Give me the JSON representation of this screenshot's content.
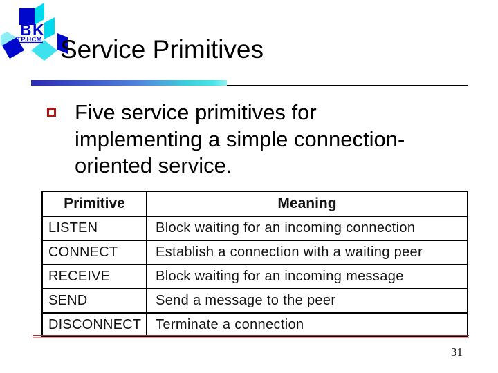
{
  "slide": {
    "logo": {
      "bk_label": "BK",
      "tphcm_label": "TP.HCM"
    },
    "title": "Service Primitives",
    "bullet": {
      "text": "Five service primitives for\nimplementing a simple connection-\noriented service."
    },
    "table": {
      "headers": [
        "Primitive",
        "Meaning"
      ],
      "rows": [
        [
          "LISTEN",
          "Block waiting for an incoming connection"
        ],
        [
          "CONNECT",
          "Establish a connection with a waiting peer"
        ],
        [
          "RECEIVE",
          "Block waiting for an incoming message"
        ],
        [
          "SEND",
          "Send a message to the peer"
        ],
        [
          "DISCONNECT",
          "Terminate a connection"
        ]
      ]
    },
    "footer": {
      "page_number": "31"
    },
    "colors": {
      "logo_blue": "#0008cc",
      "logo_cyan": "#00d8ee",
      "logo_cyan_light": "#8ceef4",
      "gradient_bar_start": "#2b2bb2",
      "gradient_bar_end": "#95f1f3",
      "bullet_red": "#b51414",
      "footer_line_dark": "#8a3a3a",
      "footer_line_light": "#d2a0a0",
      "table_border": "#000000"
    }
  }
}
